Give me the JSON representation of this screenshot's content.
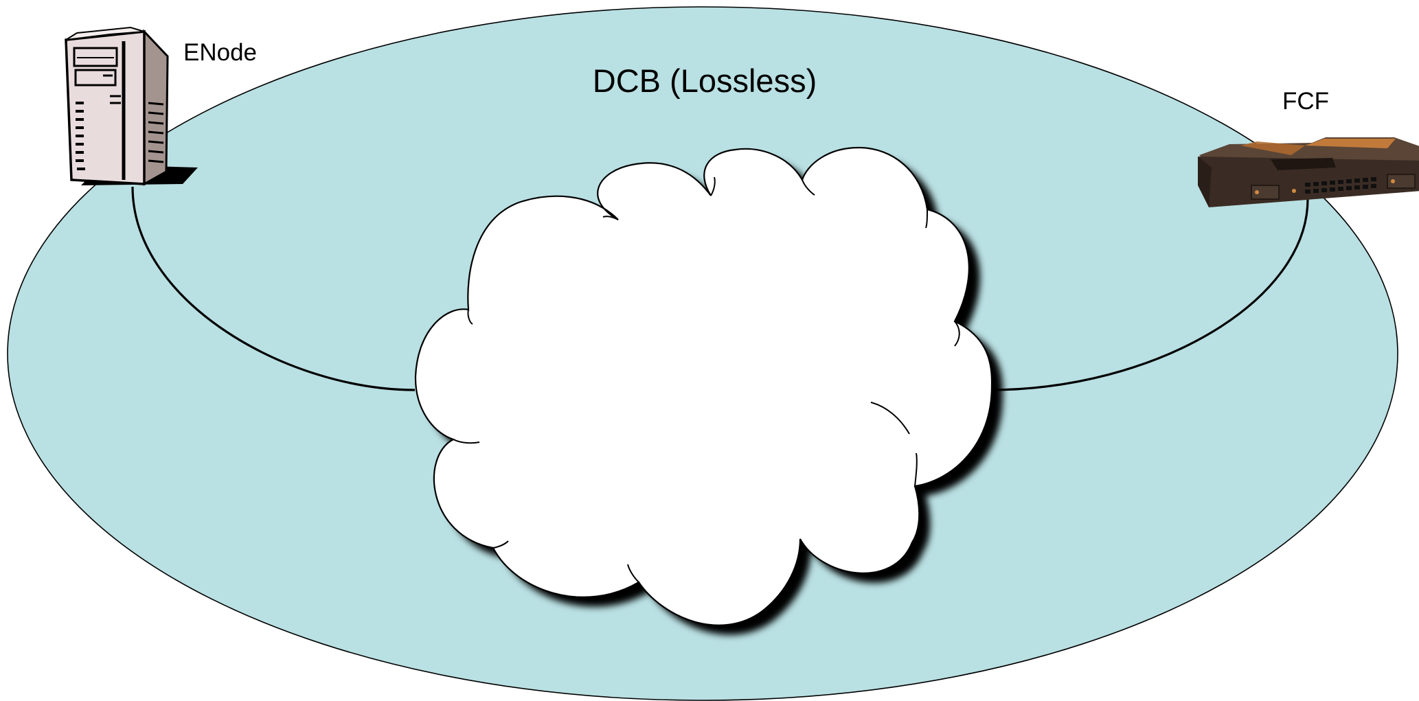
{
  "diagram": {
    "domain_label": "DCB (Lossless)",
    "nodes": {
      "enode": {
        "label": "ENode",
        "icon": "server-tower-icon"
      },
      "fcf": {
        "label": "FCF",
        "icon": "network-switch-icon"
      }
    },
    "cloud": {
      "icon": "network-cloud-icon"
    },
    "colors": {
      "domain_fill": "#b9e0e3",
      "outline": "#000000",
      "cloud_fill": "#ffffff",
      "cloud_shadow": "#2a3a3a",
      "server_body": "#e9dcdc",
      "server_side": "#a4948f",
      "switch_body": "#3a2c24",
      "switch_accent": "#c27a3a"
    }
  }
}
